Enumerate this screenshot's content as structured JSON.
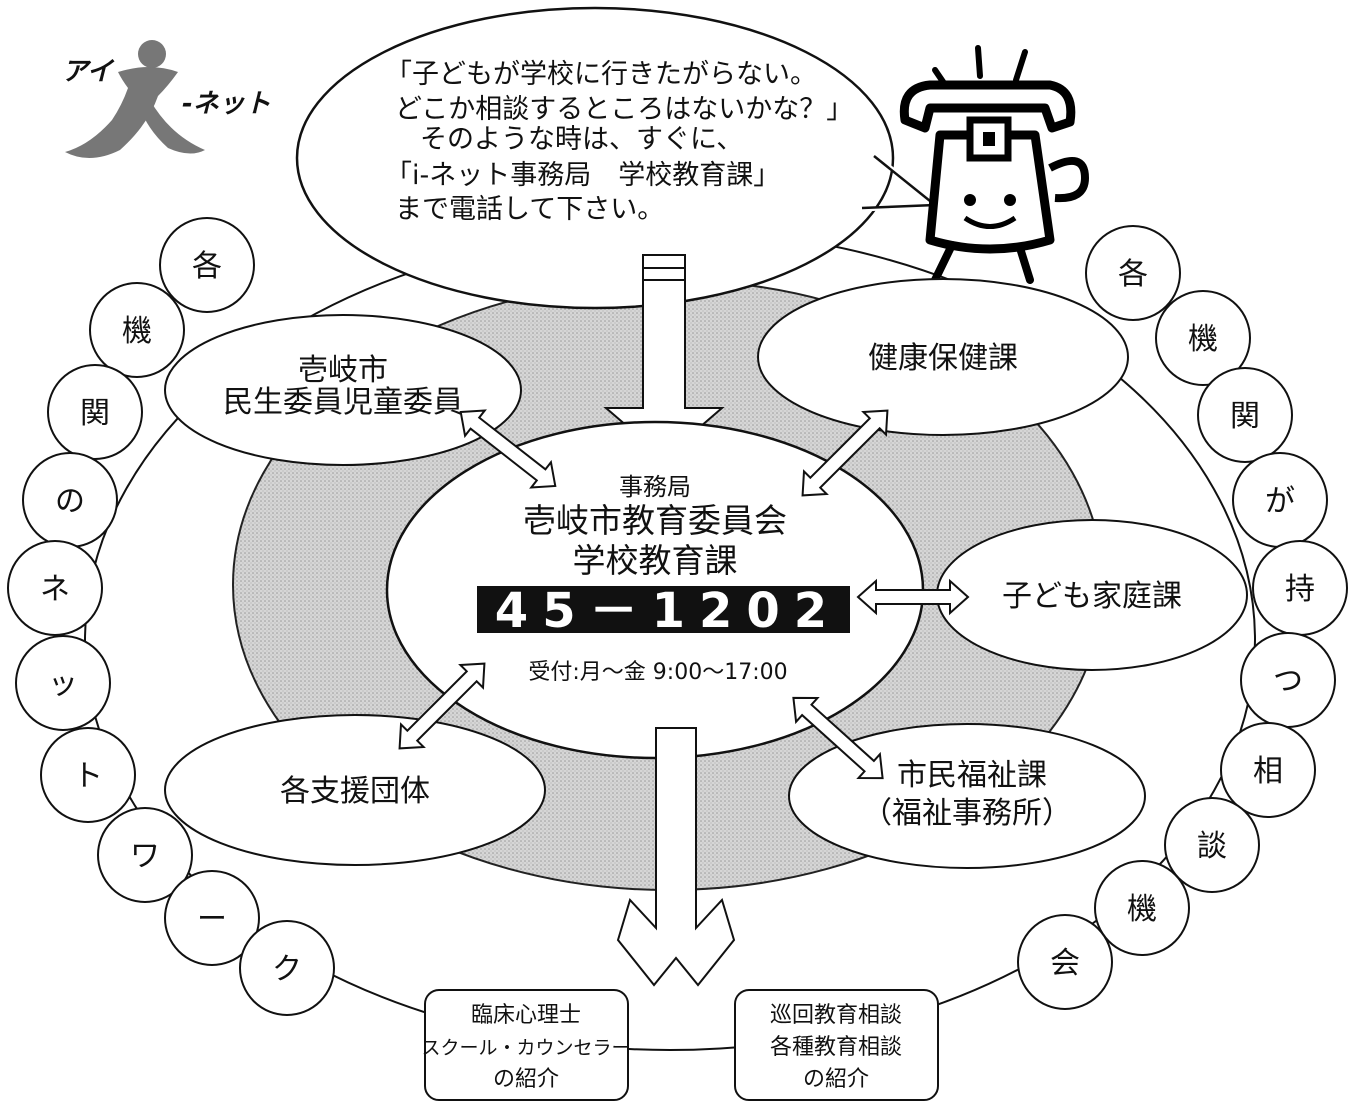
{
  "logo": {
    "prefix": "アイ",
    "suffix": "-ネット"
  },
  "bubble": {
    "lines": [
      "「子どもが学校に行きたがらない。",
      "どこか相談するところはないかな？」",
      "そのような時は、すぐに、",
      "「i-ネット事務局　学校教育課」",
      "まで電話して下さい。"
    ]
  },
  "center": {
    "label": "事務局",
    "org1": "壱岐市教育委員会",
    "org2": "学校教育課",
    "phone": "45－1202",
    "hours": "受付:月～金  9:00～17:00"
  },
  "nodes": {
    "minsei": [
      "壱岐市",
      "民生委員児童委員"
    ],
    "kenko": "健康保健課",
    "kodomo": "子ども家庭課",
    "fukushi": [
      "市民福祉課",
      "（福祉事務所）"
    ],
    "shien": "各支援団体"
  },
  "left_chain": [
    "各",
    "機",
    "関",
    "の",
    "ネ",
    "ッ",
    "ト",
    "ワ",
    "ー",
    "ク"
  ],
  "right_chain": [
    "各",
    "機",
    "関",
    "が",
    "持",
    "つ",
    "相",
    "談",
    "機",
    "会"
  ],
  "boxes": {
    "counselor": [
      "臨床心理士",
      "スクール・カウンセラー",
      "の紹介"
    ],
    "consult": [
      "巡回教育相談",
      "各種教育相談",
      "の紹介"
    ]
  }
}
